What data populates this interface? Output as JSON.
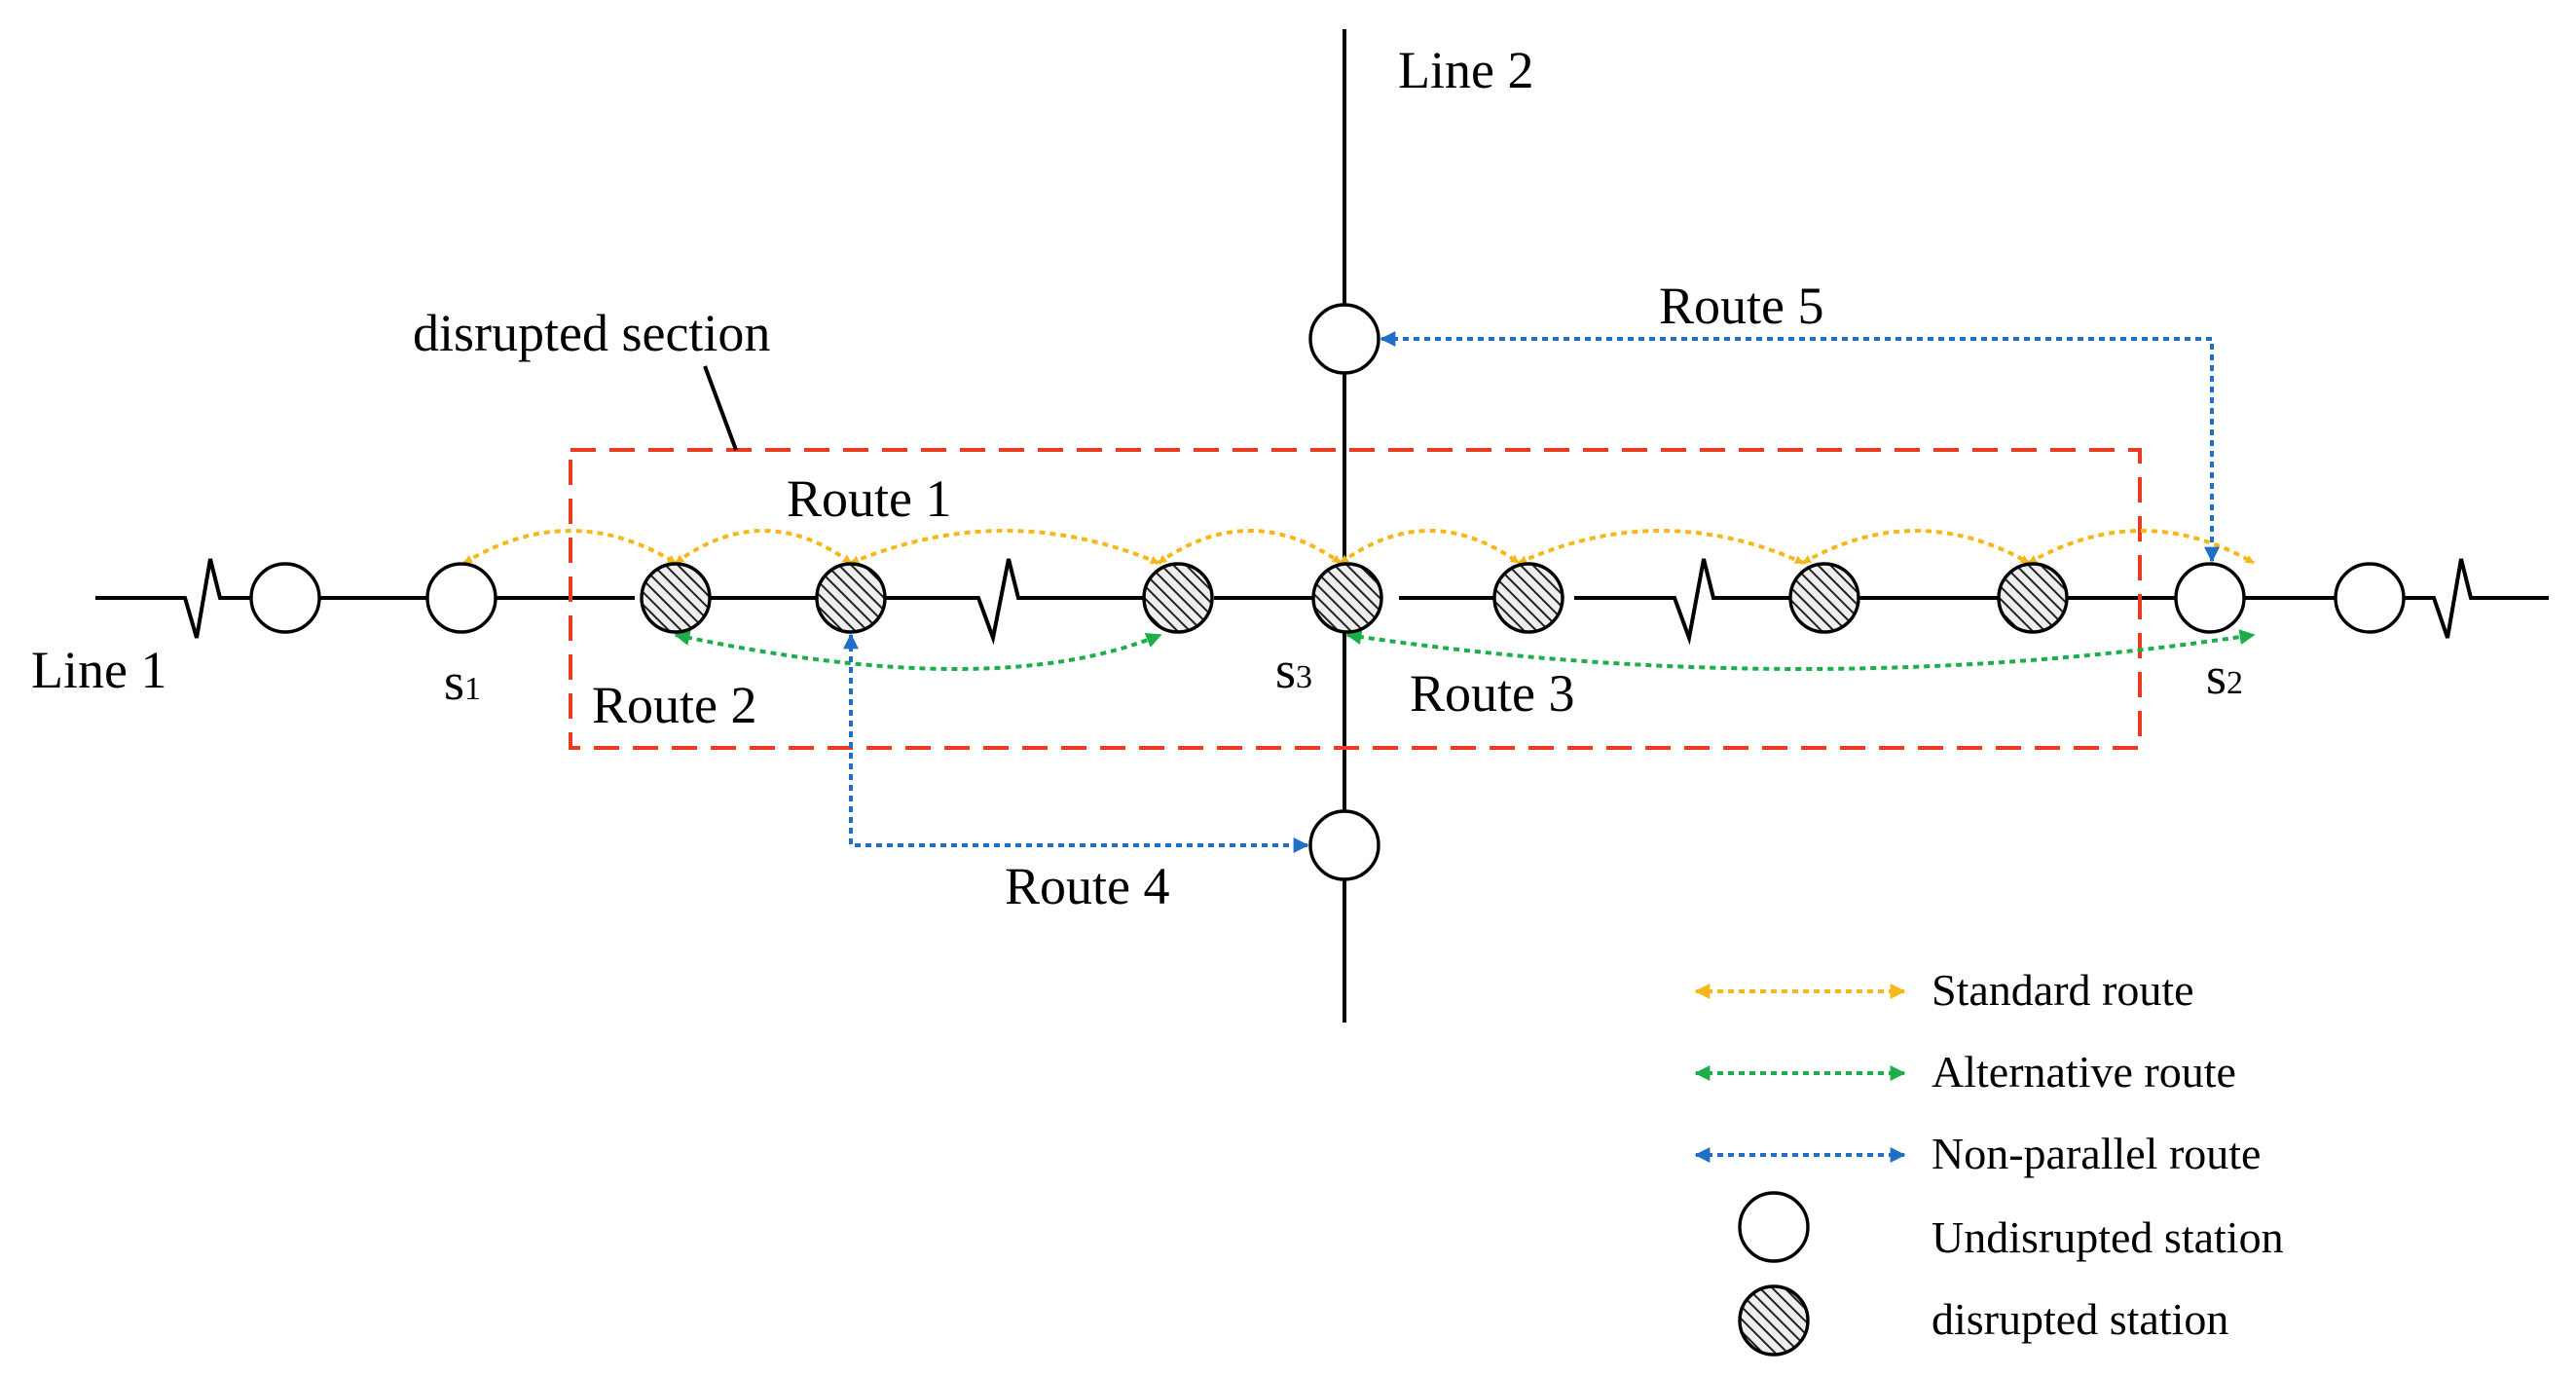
{
  "labels": {
    "line1": "Line 1",
    "line2": "Line 2",
    "disrupted_section": "disrupted section",
    "route1": "Route 1",
    "route2": "Route 2",
    "route3": "Route 3",
    "route4": "Route 4",
    "route5": "Route 5"
  },
  "stations": {
    "s1": {
      "letter": "s",
      "sub": "1"
    },
    "s2": {
      "letter": "s",
      "sub": "2"
    },
    "s3": {
      "letter": "s",
      "sub": "3"
    }
  },
  "legend": {
    "standard": "Standard route",
    "alternative": "Alternative route",
    "nonparallel": "Non-parallel route",
    "undisrupted": "Undisrupted station",
    "disrupted": "disrupted station"
  },
  "colors": {
    "standard_route": "#f6b71a",
    "alternative_route": "#1cae4a",
    "nonparallel_route": "#1f6fc7",
    "disrupted_box": "#ea3a1f",
    "line": "#000000"
  }
}
